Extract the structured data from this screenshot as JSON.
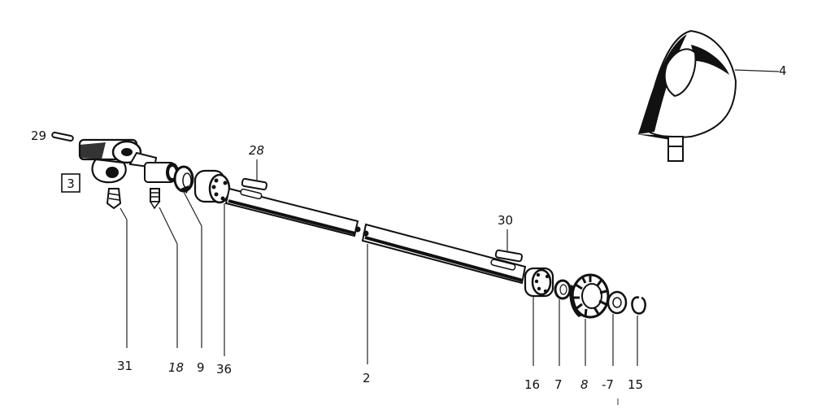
{
  "diagram": {
    "callouts": [
      {
        "id": "29",
        "text": "29"
      },
      {
        "id": "3",
        "text": "3"
      },
      {
        "id": "28",
        "text": "28"
      },
      {
        "id": "30",
        "text": "30"
      },
      {
        "id": "4",
        "text": "4"
      },
      {
        "id": "31",
        "text": "31"
      },
      {
        "id": "18",
        "text": "18"
      },
      {
        "id": "9",
        "text": "9"
      },
      {
        "id": "36",
        "text": "36"
      },
      {
        "id": "2",
        "text": "2"
      },
      {
        "id": "16",
        "text": "16"
      },
      {
        "id": "7a",
        "text": "7"
      },
      {
        "id": "8",
        "text": "8"
      },
      {
        "id": "7b",
        "text": "-7"
      },
      {
        "id": "15",
        "text": "15"
      }
    ]
  }
}
